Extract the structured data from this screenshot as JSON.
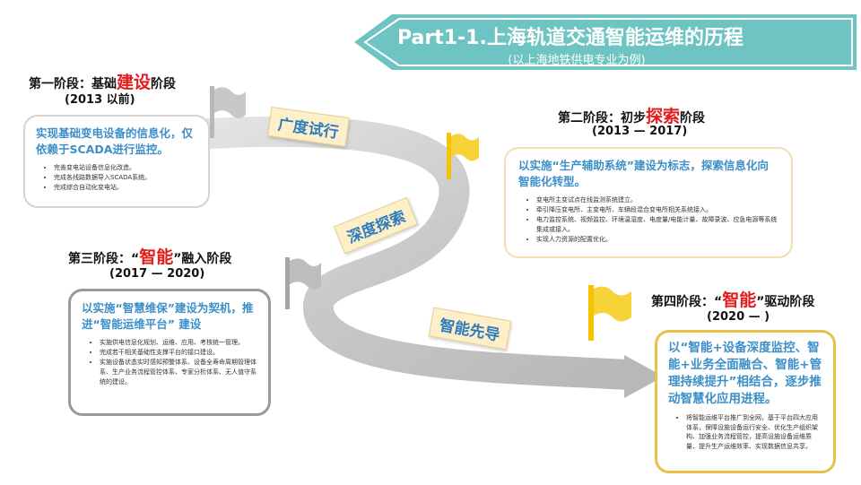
{
  "title": {
    "main": "Part1-1.上海轨道交通智能运维的历程",
    "sub": "(以上海地铁供电专业为例)"
  },
  "colors": {
    "banner": "#6ec3c3",
    "accent_red": "#e31b1b",
    "lead_blue": "#3c8fc8",
    "flag_grey": "#b8b8b8",
    "flag_yellow": "#f5c400"
  },
  "road_labels": [
    "广度试行",
    "深度探索",
    "智能先导"
  ],
  "stages": [
    {
      "prefix": "第一阶段：基础",
      "key": "建设",
      "suffix": "阶段",
      "years": "(2013 以前)",
      "lead": "实现基础变电设备的信息化，仅依赖于SCADA进行监控。",
      "items": [
        "完善变电站设备信息化改造。",
        "完成各线路数据导入SCADA系统。",
        "完成综合自动化变电站。"
      ]
    },
    {
      "prefix": "第二阶段：初步",
      "key": "探索",
      "suffix": "阶段",
      "years": "(2013 — 2017)",
      "lead": "以实施“生产辅助系统”建设为标志，探索信息化向智能化转型。",
      "items": [
        "变电所主变试点在线监测系统建立。",
        "牵引降压变电所、主变电所、车辆段混合变电所相关系统接入。",
        "电力监控系统、视频监控、环境温湿度、电度量/电能计量、故障录波、应急电源等系统集成或接入。",
        "实现人力资源的配置优化。"
      ]
    },
    {
      "prefix": "第三阶段：“",
      "key": "智能",
      "suffix": "”融入阶段",
      "years": "(2017 — 2020)",
      "lead": "以实施“智慧维保”建设为契机，推进“智能运维平台” 建设",
      "items": [
        "实施供电信息化规划、运维、应用、考核统一管理。",
        "完成若干相关基础性支撑平台的接口建设。",
        "实施设备状态实时感知预警体系、设备全寿命周期管理体系、生产业务流程管控体系、专家分析体系、无人值守系统的建设。"
      ]
    },
    {
      "prefix": "第四阶段：“",
      "key": "智能",
      "suffix": "”驱动阶段",
      "years": "(2020 — )",
      "lead": "以“智能+设备深度监控、智能+业务全面融合、智能+管理持续提升”相结合，逐步推动智慧化应用进程。",
      "items": [
        "将智能运维平台推广到全网，基于平台四大应用体系，保障设施设备运行安全、优化生产组织架构、加强业务流程管控，提高设施设备运维质量、提升生产运维效率、实现数据信息共享。"
      ]
    }
  ]
}
